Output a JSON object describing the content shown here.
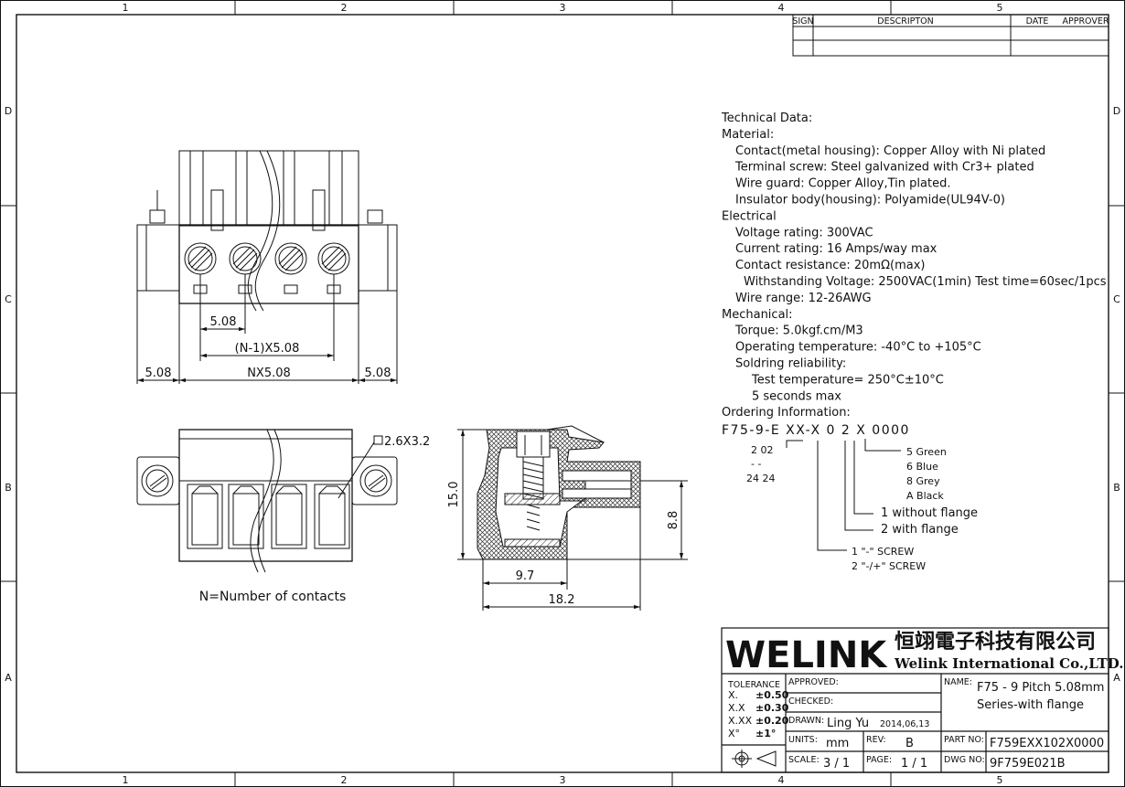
{
  "frame": {
    "columns": [
      "1",
      "2",
      "3",
      "4",
      "5"
    ],
    "rows": [
      "D",
      "C",
      "B",
      "A"
    ]
  },
  "revision_table": {
    "sign": "SIGN",
    "description": "DESCRIPTON",
    "date": "DATE",
    "approver": "APPROVER"
  },
  "specs": [
    {
      "text": "Technical Data:",
      "indent": 0
    },
    {
      "text": "Material:",
      "indent": 0
    },
    {
      "text": "Contact(metal housing): Copper Alloy with Ni plated",
      "indent": 1
    },
    {
      "text": "Terminal screw: Steel galvanized with Cr3+ plated",
      "indent": 1
    },
    {
      "text": "Wire guard: Copper Alloy,Tin plated.",
      "indent": 1
    },
    {
      "text": "Insulator body(housing): Polyamide(UL94V-0)",
      "indent": 1
    },
    {
      "text": "Electrical",
      "indent": 0
    },
    {
      "text": "Voltage rating: 300VAC",
      "indent": 1
    },
    {
      "text": "Current rating: 16 Amps/way max",
      "indent": 1
    },
    {
      "text": "Contact resistance: 20mΩ(max)",
      "indent": 1
    },
    {
      "text": "Withstanding Voltage: 2500VAC(1min) Test time=60sec/1pcs",
      "indent": 1.6
    },
    {
      "text": "Wire range: 12-26AWG",
      "indent": 1
    },
    {
      "text": "Mechanical:",
      "indent": 0
    },
    {
      "text": "Torque: 5.0kgf.cm/M3",
      "indent": 1
    },
    {
      "text": "Operating temperature: -40°C to +105°C",
      "indent": 1
    },
    {
      "text": "Soldring reliability:",
      "indent": 1
    },
    {
      "text": "Test temperature= 250°C±10°C",
      "indent": 2.2
    },
    {
      "text": "5 seconds max",
      "indent": 2.2
    },
    {
      "text": "Ordering Information:",
      "indent": 0
    }
  ],
  "ordering": {
    "code": "F75-9-E XX-X 0 2 X 0000",
    "positions": [
      "2   02",
      "-   -",
      "24  24"
    ],
    "colors": [
      "5  Green",
      "6  Blue",
      "8  Grey",
      "A  Black"
    ],
    "flange": [
      "1  without flange",
      "2 with flange"
    ],
    "screw": [
      "1   \"-\" SCREW",
      "2   \"-/+\" SCREW"
    ]
  },
  "dimensions": {
    "pitch": "5.08",
    "n_minus_1": "(N-1)X5.08",
    "nx": "NX5.08",
    "left_flange": "5.08",
    "right_flange": "5.08",
    "screw_hole": "2.6X3.2",
    "height": "15.0",
    "side_height": "8.8",
    "depth_short": "9.7",
    "depth_long": "18.2"
  },
  "note": "N=Number of contacts",
  "title_block": {
    "logo": "WELINK",
    "company_cn": "恒翊電子科技有限公司",
    "company_en": "Welink International Co.,LTD.",
    "tolerance_label": "TOLERANCE",
    "tolerances": [
      {
        "k": "X.",
        "v": "±0.50"
      },
      {
        "k": "X.X",
        "v": "±0.30"
      },
      {
        "k": "X.XX",
        "v": "±0.20"
      },
      {
        "k": "X°",
        "v": "±1°"
      }
    ],
    "approved_label": "APPROVED:",
    "checked_label": "CHECKED:",
    "drawn_label": "DRAWN:",
    "drawn_by": "Ling Yu",
    "drawn_date": "2014,06,13",
    "units_label": "UNITS:",
    "units": "mm",
    "rev_label": "REV:",
    "rev": "B",
    "scale_label": "SCALE:",
    "scale": "3 / 1",
    "page_label": "PAGE:",
    "page": "1 / 1",
    "name_label": "NAME:",
    "name_line1": "F75 - 9  Pitch 5.08mm",
    "name_line2": "Series-with flange",
    "partno_label": "PART NO:",
    "partno": "F759EXX102X0000",
    "dwgno_label": "DWG NO:",
    "dwgno": "9F759E021B"
  }
}
